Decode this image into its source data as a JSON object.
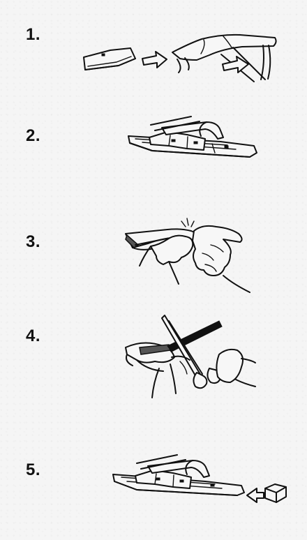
{
  "steps": [
    {
      "number": "1.",
      "illustration": "remove-blade-icon"
    },
    {
      "number": "2.",
      "illustration": "slide-rubber-icon"
    },
    {
      "number": "3.",
      "illustration": "bend-rubber-icon"
    },
    {
      "number": "4.",
      "illustration": "cut-rubber-icon"
    },
    {
      "number": "5.",
      "illustration": "insert-cap-icon"
    }
  ]
}
